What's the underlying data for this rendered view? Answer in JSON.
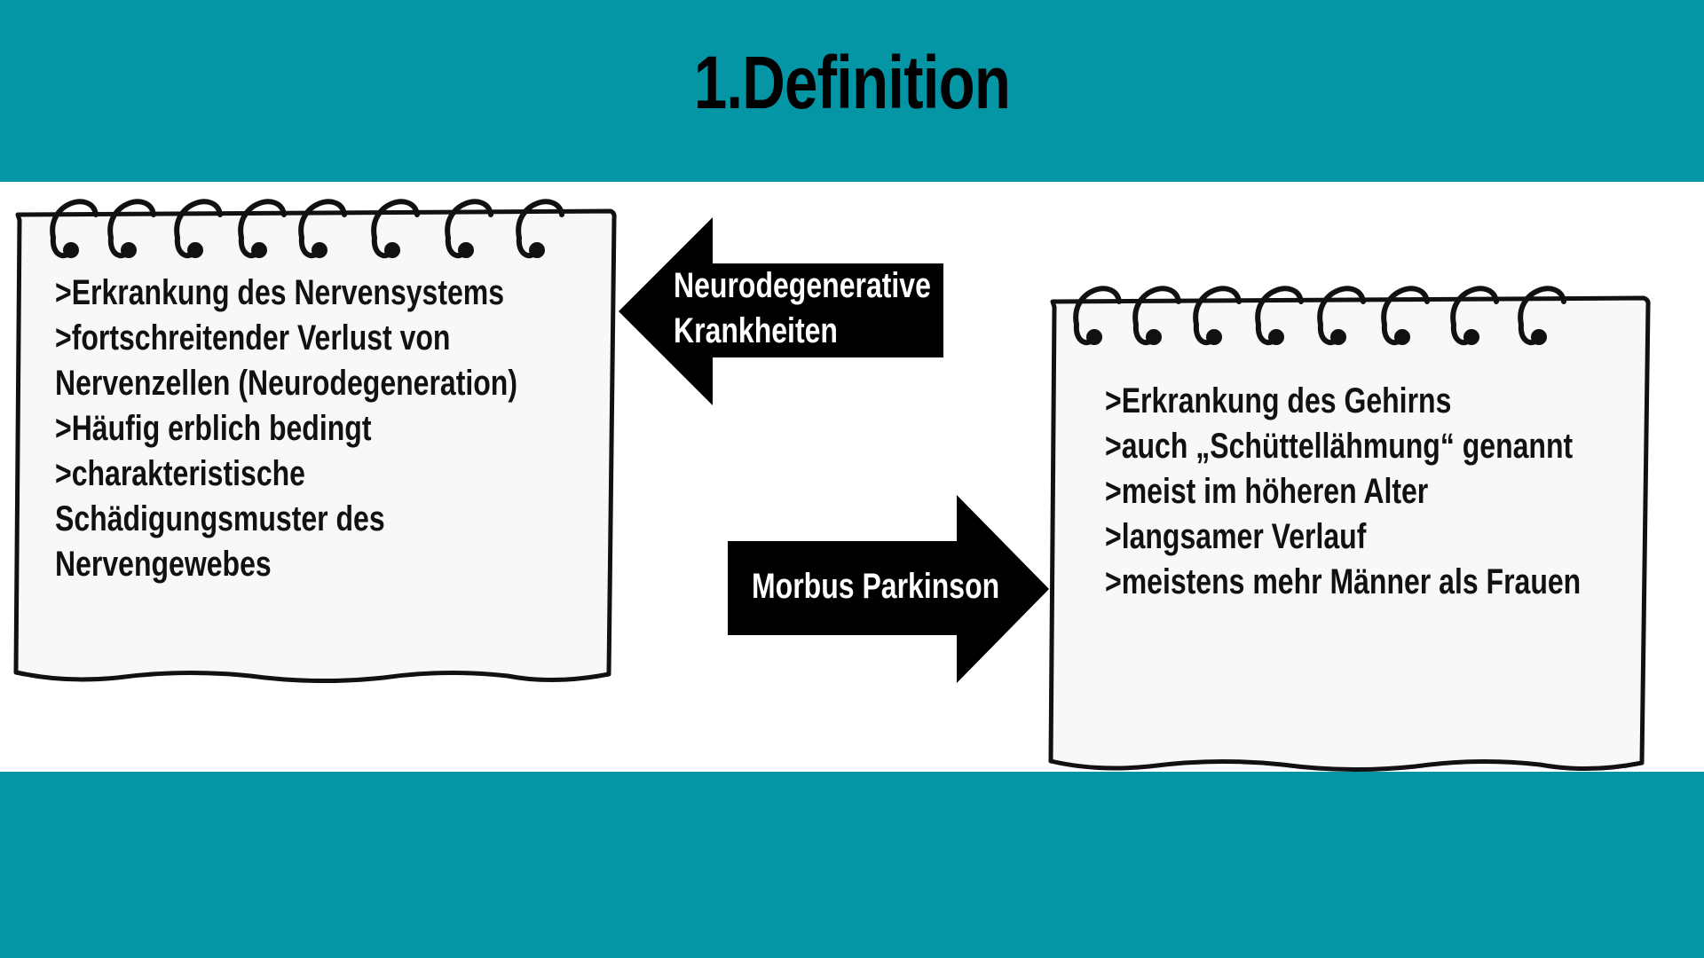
{
  "slide": {
    "title": "1.Definition",
    "colors": {
      "band": "#0596a6",
      "arrow": "#000000",
      "text": "#111111"
    }
  },
  "left_card": {
    "lines": [
      ">Erkrankung des Nervensystems",
      ">fortschreitender Verlust von",
      "Nervenzellen (Neurodegeneration)",
      ">Häufig erblich bedingt",
      ">charakteristische",
      "Schädigungsmuster des",
      "Nervengewebes"
    ]
  },
  "right_card": {
    "lines": [
      ">Erkrankung des Gehirns",
      ">auch „Schüttellähmung“ genannt",
      ">meist im höheren Alter",
      ">langsamer Verlauf",
      ">meistens mehr Männer als Frauen"
    ]
  },
  "arrow_left": {
    "line1": "Neurodegenerative",
    "line2": "Krankheiten"
  },
  "arrow_right": {
    "label": "Morbus Parkinson"
  }
}
